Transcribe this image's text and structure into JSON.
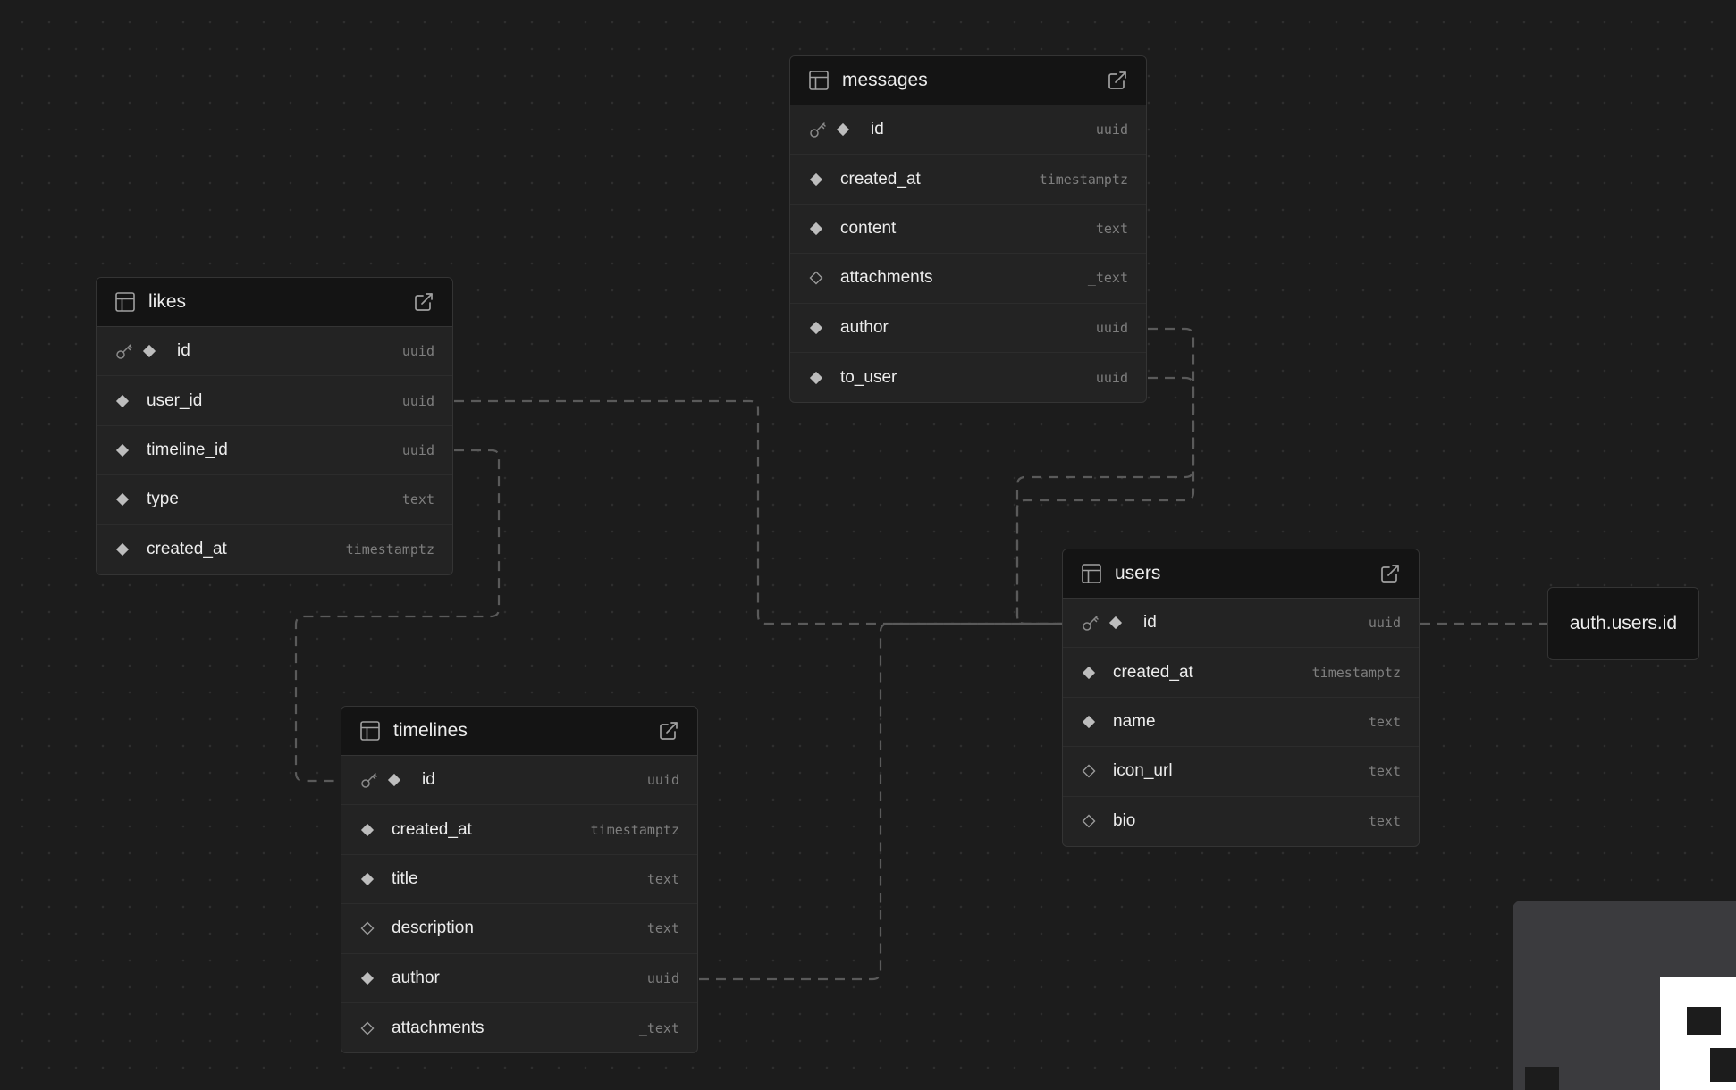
{
  "colors": {
    "canvas_bg": "#1c1c1c",
    "node_bg": "#232323",
    "header_bg": "#141414",
    "border": "#343434",
    "edge": "#5a5a5a",
    "text": "#ededed",
    "type_text": "#7e7e7e"
  },
  "tables": {
    "messages": {
      "name": "messages",
      "columns": [
        {
          "name": "id",
          "type": "uuid",
          "primary_key": true,
          "nullable": false
        },
        {
          "name": "created_at",
          "type": "timestamptz",
          "primary_key": false,
          "nullable": false
        },
        {
          "name": "content",
          "type": "text",
          "primary_key": false,
          "nullable": false
        },
        {
          "name": "attachments",
          "type": "_text",
          "primary_key": false,
          "nullable": true
        },
        {
          "name": "author",
          "type": "uuid",
          "primary_key": false,
          "nullable": false
        },
        {
          "name": "to_user",
          "type": "uuid",
          "primary_key": false,
          "nullable": false
        }
      ]
    },
    "likes": {
      "name": "likes",
      "columns": [
        {
          "name": "id",
          "type": "uuid",
          "primary_key": true,
          "nullable": false
        },
        {
          "name": "user_id",
          "type": "uuid",
          "primary_key": false,
          "nullable": false
        },
        {
          "name": "timeline_id",
          "type": "uuid",
          "primary_key": false,
          "nullable": false
        },
        {
          "name": "type",
          "type": "text",
          "primary_key": false,
          "nullable": false
        },
        {
          "name": "created_at",
          "type": "timestamptz",
          "primary_key": false,
          "nullable": false
        }
      ]
    },
    "users": {
      "name": "users",
      "columns": [
        {
          "name": "id",
          "type": "uuid",
          "primary_key": true,
          "nullable": false
        },
        {
          "name": "created_at",
          "type": "timestamptz",
          "primary_key": false,
          "nullable": false
        },
        {
          "name": "name",
          "type": "text",
          "primary_key": false,
          "nullable": false
        },
        {
          "name": "icon_url",
          "type": "text",
          "primary_key": false,
          "nullable": true
        },
        {
          "name": "bio",
          "type": "text",
          "primary_key": false,
          "nullable": true
        }
      ]
    },
    "timelines": {
      "name": "timelines",
      "columns": [
        {
          "name": "id",
          "type": "uuid",
          "primary_key": true,
          "nullable": false
        },
        {
          "name": "created_at",
          "type": "timestamptz",
          "primary_key": false,
          "nullable": false
        },
        {
          "name": "title",
          "type": "text",
          "primary_key": false,
          "nullable": false
        },
        {
          "name": "description",
          "type": "text",
          "primary_key": false,
          "nullable": true
        },
        {
          "name": "author",
          "type": "uuid",
          "primary_key": false,
          "nullable": false
        },
        {
          "name": "attachments",
          "type": "_text",
          "primary_key": false,
          "nullable": true
        }
      ]
    }
  },
  "external_reference": {
    "label": "auth.users.id"
  },
  "relationships": [
    {
      "from": "likes.user_id",
      "to": "users.id"
    },
    {
      "from": "likes.timeline_id",
      "to": "timelines.id"
    },
    {
      "from": "messages.author",
      "to": "users.id"
    },
    {
      "from": "messages.to_user",
      "to": "users.id"
    },
    {
      "from": "timelines.author",
      "to": "users.id"
    },
    {
      "from": "users.id",
      "to": "auth.users.id"
    }
  ],
  "icons": {
    "table": "table-grid-icon",
    "open": "external-link-icon",
    "primary_key": "key-icon",
    "not_null": "filled-diamond-icon",
    "nullable": "hollow-diamond-icon"
  }
}
